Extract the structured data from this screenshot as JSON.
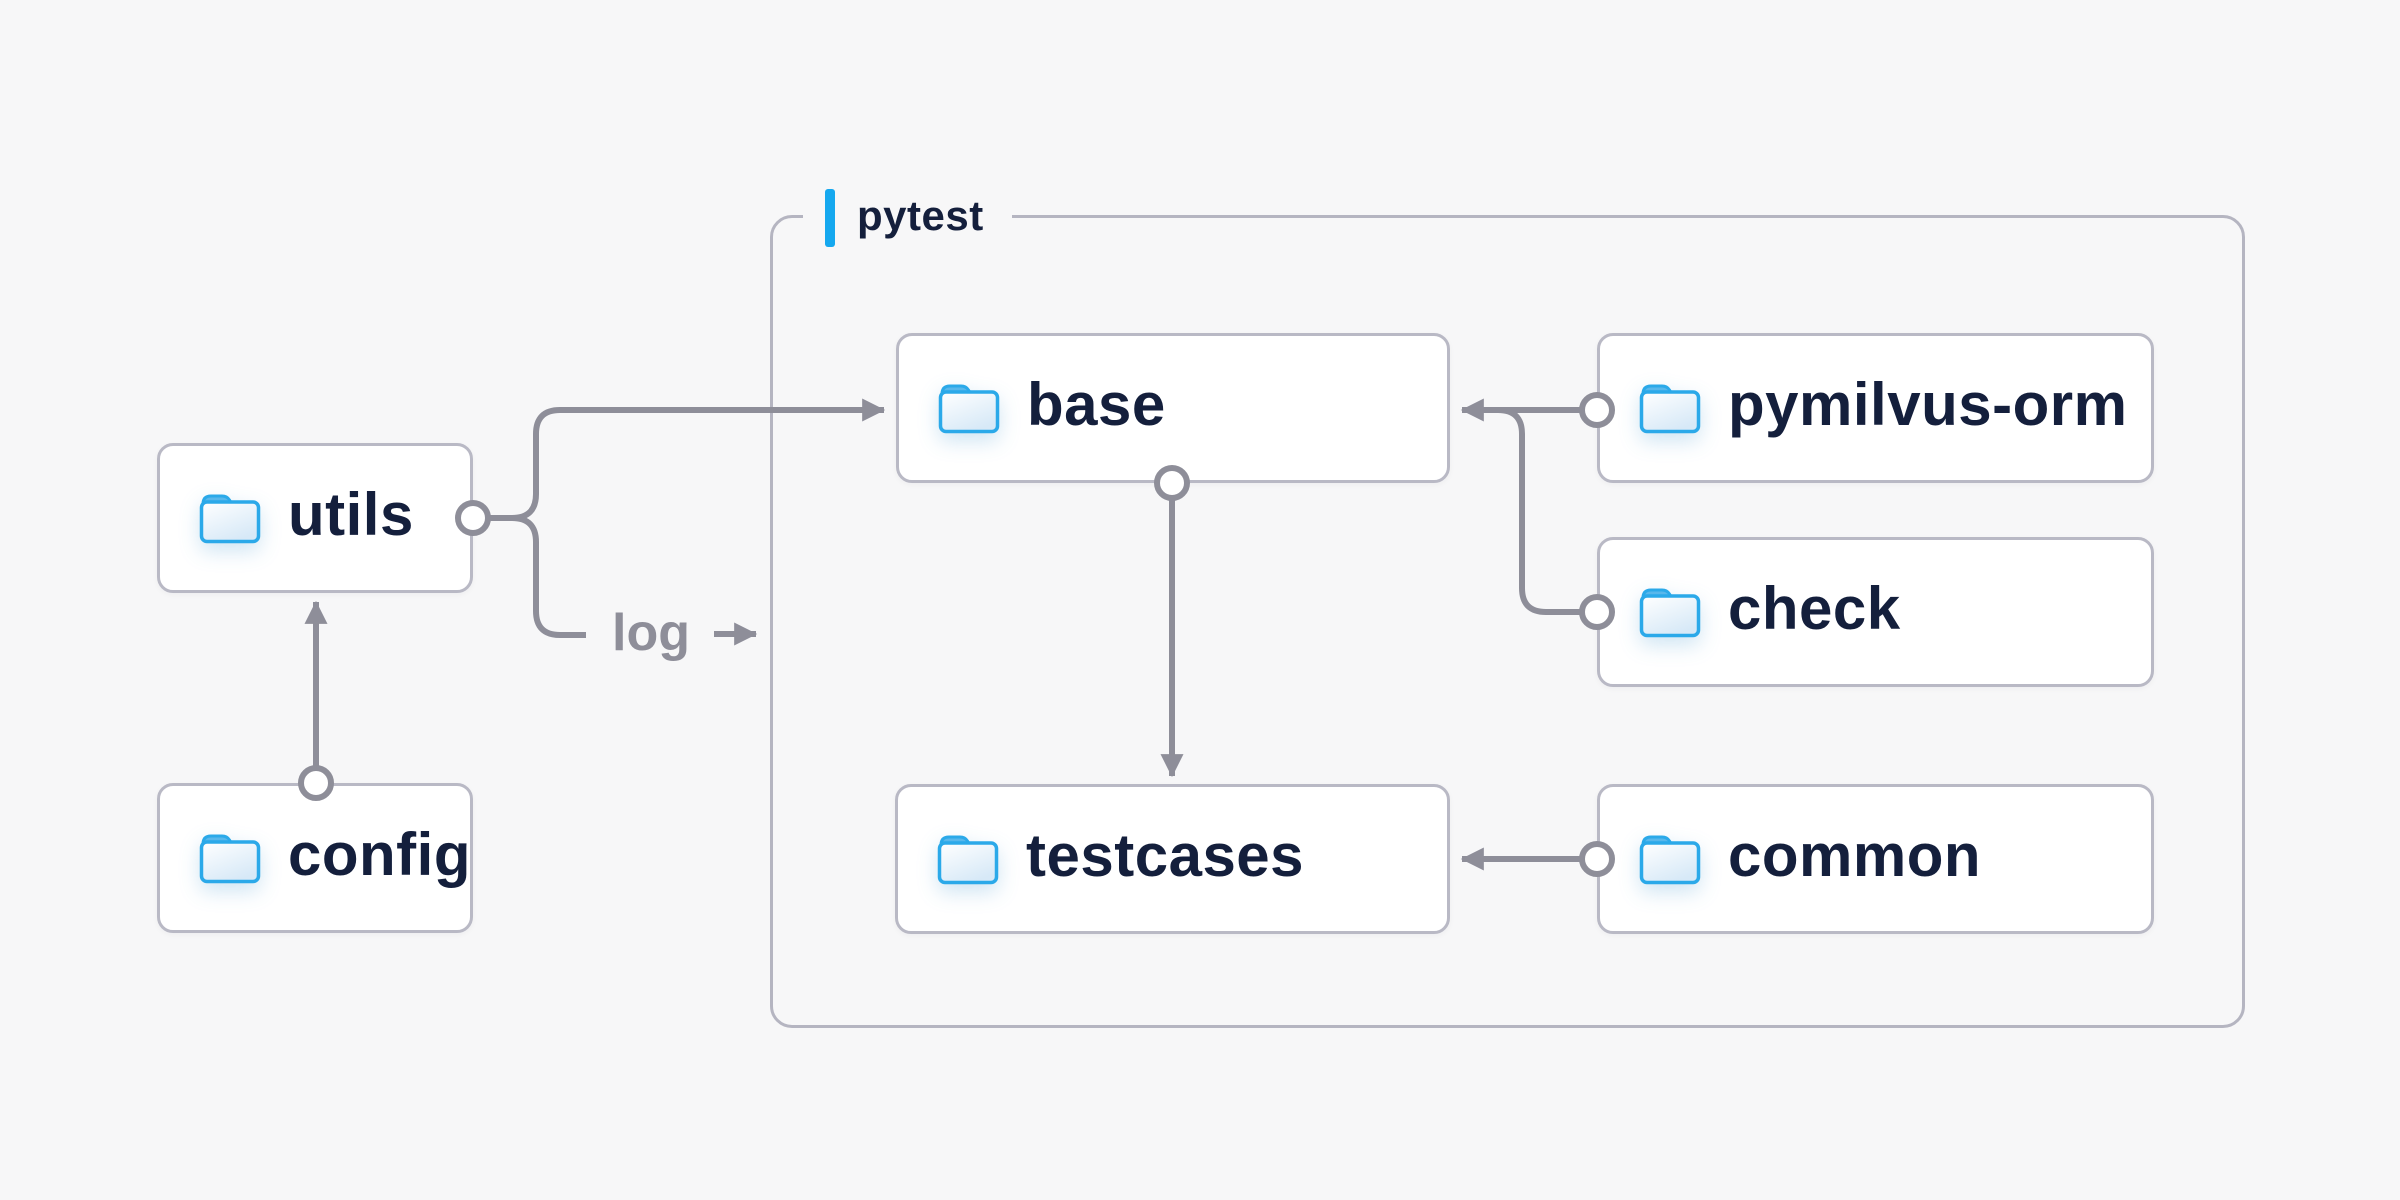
{
  "group": {
    "label": "pytest"
  },
  "nodes": {
    "utils": {
      "label": "utils",
      "icon": "folder-icon"
    },
    "config": {
      "label": "config",
      "icon": "folder-icon"
    },
    "base": {
      "label": "base",
      "icon": "folder-icon"
    },
    "pymilvus_orm": {
      "label": "pymilvus-orm",
      "icon": "folder-icon"
    },
    "check": {
      "label": "check",
      "icon": "folder-icon"
    },
    "testcases": {
      "label": "testcases",
      "icon": "folder-icon"
    },
    "common": {
      "label": "common",
      "icon": "folder-icon"
    }
  },
  "edge_labels": {
    "log": "log"
  },
  "edges": [
    {
      "from": "config",
      "to": "utils",
      "label": ""
    },
    {
      "from": "utils",
      "to": "base",
      "label": ""
    },
    {
      "from": "utils",
      "to": "log",
      "label": "log"
    },
    {
      "from": "pymilvus-orm",
      "to": "base",
      "label": ""
    },
    {
      "from": "check",
      "to": "base",
      "label": ""
    },
    {
      "from": "base",
      "to": "testcases",
      "label": ""
    },
    {
      "from": "common",
      "to": "testcases",
      "label": ""
    }
  ],
  "colors": {
    "background": "#f7f7f8",
    "node_border": "#b9b9c5",
    "group_border": "#b5b5c1",
    "connector": "#8e8e99",
    "text": "#141f3c",
    "accent_blue": "#15a8ef",
    "folder_blue": "#2ba9e9"
  }
}
